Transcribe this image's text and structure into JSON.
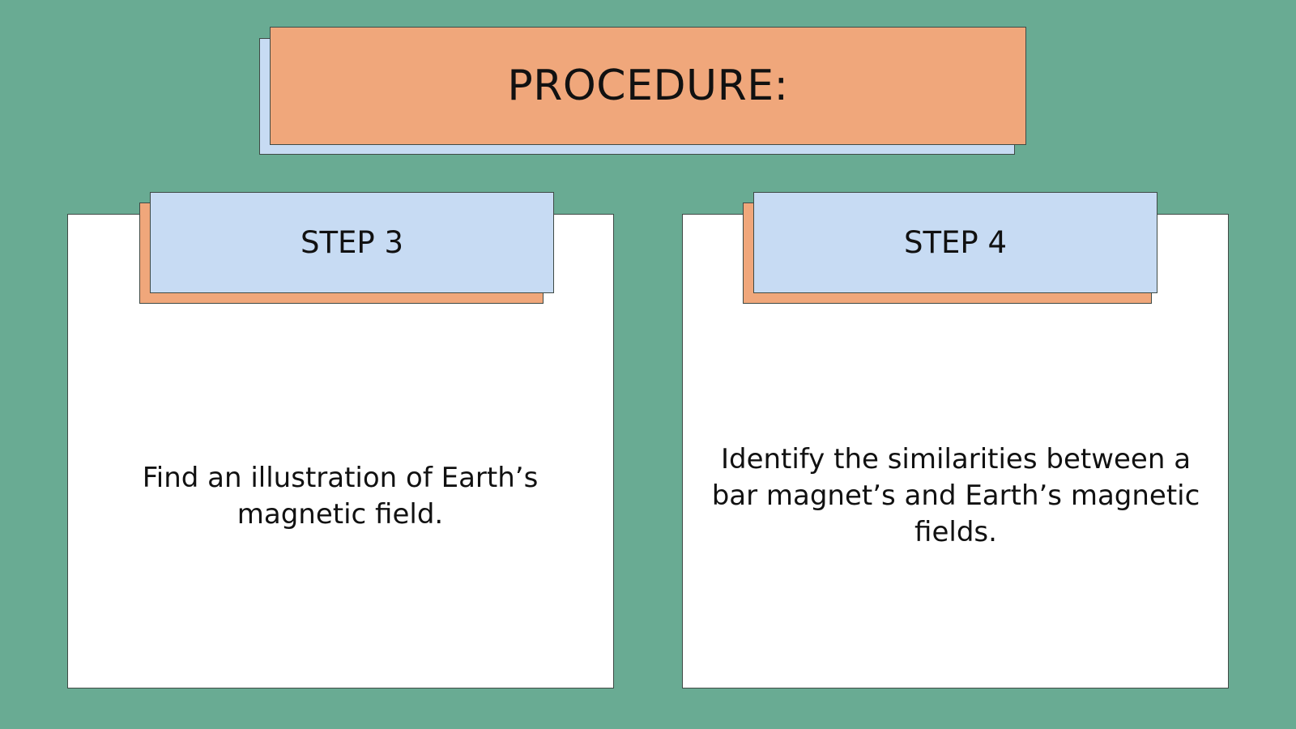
{
  "colors": {
    "background": "#69ab93",
    "orange": "#f0a77b",
    "blue": "#c7dbf3",
    "white": "#ffffff"
  },
  "title": {
    "text": "PROCEDURE:"
  },
  "steps": [
    {
      "label": "STEP 3",
      "description": "Find an illustration of Earth’s magnetic field."
    },
    {
      "label": "STEP 4",
      "description": "Identify the similarities between a bar magnet’s and Earth’s magnetic fields."
    }
  ]
}
